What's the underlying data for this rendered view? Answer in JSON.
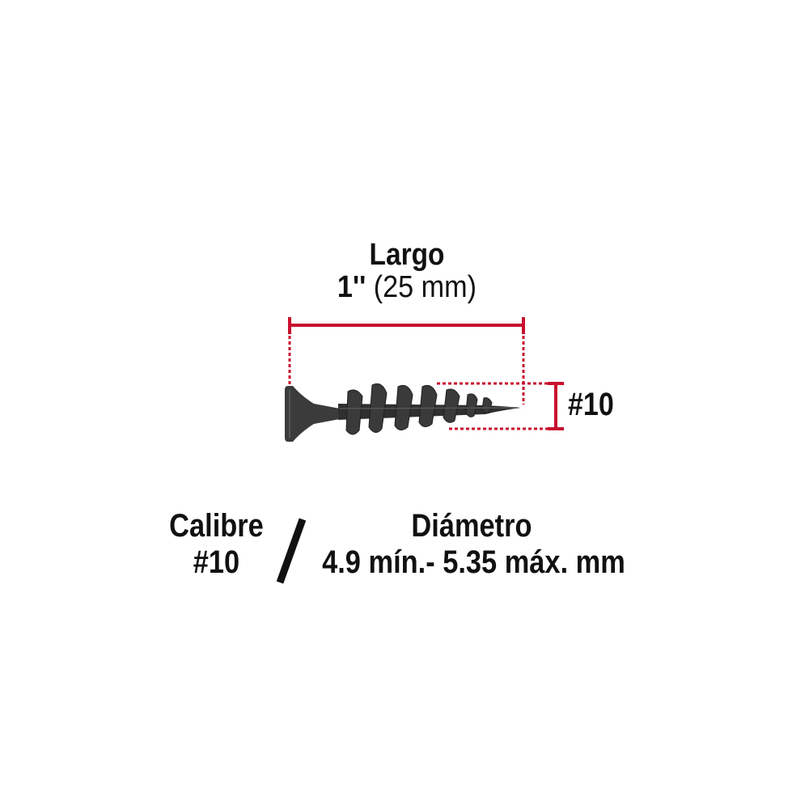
{
  "colors": {
    "accent": "#c8102e",
    "screw": "#3a3a3a",
    "text": "#111111"
  },
  "length": {
    "title": "Largo",
    "value_prefix": "1''",
    "value_metric": "(25 mm)"
  },
  "gauge_marker": {
    "label": "#10"
  },
  "caliber": {
    "title": "Calibre",
    "value": "#10"
  },
  "separator": "/",
  "diameter": {
    "title": "Diámetro",
    "value": "4.9 mín.- 5.35 máx. mm"
  },
  "image": {
    "subject": "screw-icon"
  }
}
